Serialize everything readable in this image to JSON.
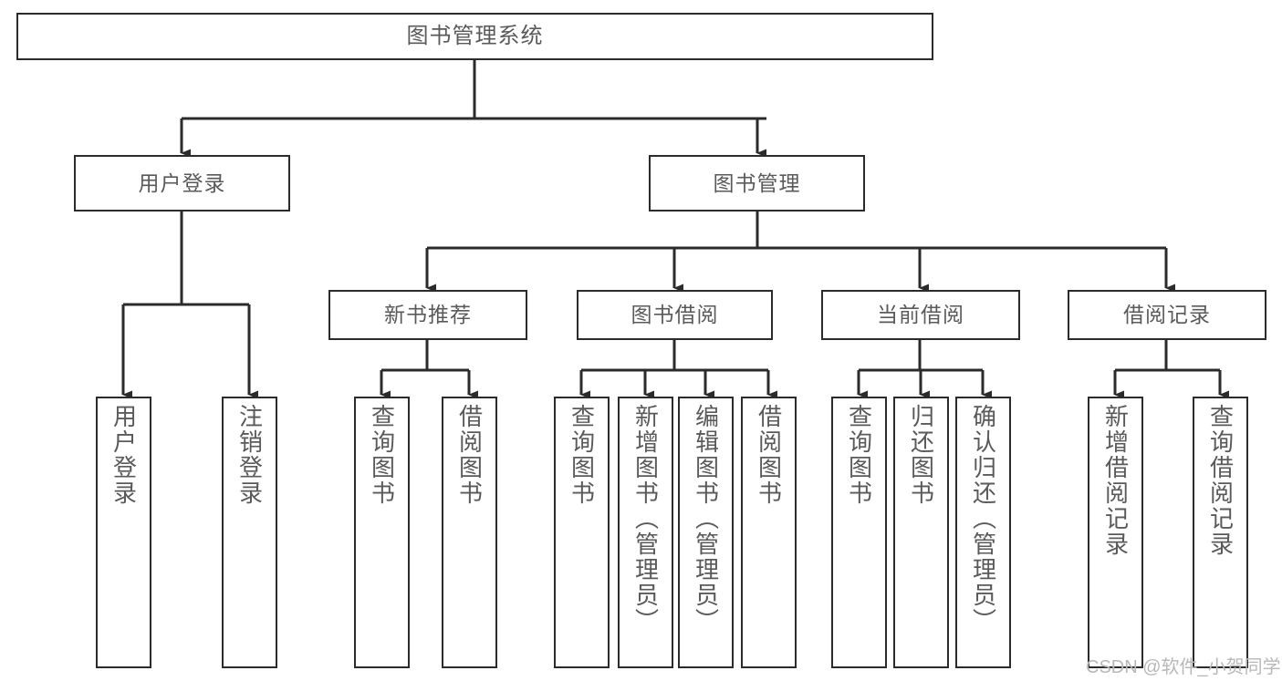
{
  "diagram": {
    "type": "tree",
    "title": "图书管理系统",
    "watermark": "CSDN @软件_小贺同学",
    "colors": {
      "node_border": "#2b2b2b",
      "node_fill": "#ffffff",
      "text": "#5a5a5a",
      "edge": "#2b2b2b",
      "watermark": "#b8b8b8",
      "background": "#ffffff"
    },
    "nodes": {
      "root": {
        "label": "图书管理系统"
      },
      "level1": [
        {
          "id": "user-login",
          "label": "用户登录"
        },
        {
          "id": "book-manage",
          "label": "图书管理"
        }
      ],
      "level2": [
        {
          "id": "new-book-rec",
          "label": "新书推荐"
        },
        {
          "id": "book-borrow",
          "label": "图书借阅"
        },
        {
          "id": "current-borrow",
          "label": "当前借阅"
        },
        {
          "id": "borrow-record",
          "label": "借阅记录"
        }
      ],
      "leaves": {
        "user-login": [
          {
            "id": "leaf-user-login",
            "label": "用户登录"
          },
          {
            "id": "leaf-logout-login",
            "label": "注销登录"
          }
        ],
        "new-book-rec": [
          {
            "id": "leaf-query-book-1",
            "label": "查询图书"
          },
          {
            "id": "leaf-borrow-book-1",
            "label": "借阅图书"
          }
        ],
        "book-borrow": [
          {
            "id": "leaf-query-book-2",
            "label": "查询图书"
          },
          {
            "id": "leaf-add-book",
            "label": "新增图书（管理员）"
          },
          {
            "id": "leaf-edit-book",
            "label": "编辑图书（管理员）"
          },
          {
            "id": "leaf-borrow-book-2",
            "label": "借阅图书"
          }
        ],
        "current-borrow": [
          {
            "id": "leaf-query-book-3",
            "label": "查询图书"
          },
          {
            "id": "leaf-return-book",
            "label": "归还图书"
          },
          {
            "id": "leaf-confirm-return",
            "label": "确认归还（管理员）"
          }
        ],
        "borrow-record": [
          {
            "id": "leaf-add-record",
            "label": "新增借阅记录"
          },
          {
            "id": "leaf-query-record",
            "label": "查询借阅记录"
          }
        ]
      }
    }
  }
}
